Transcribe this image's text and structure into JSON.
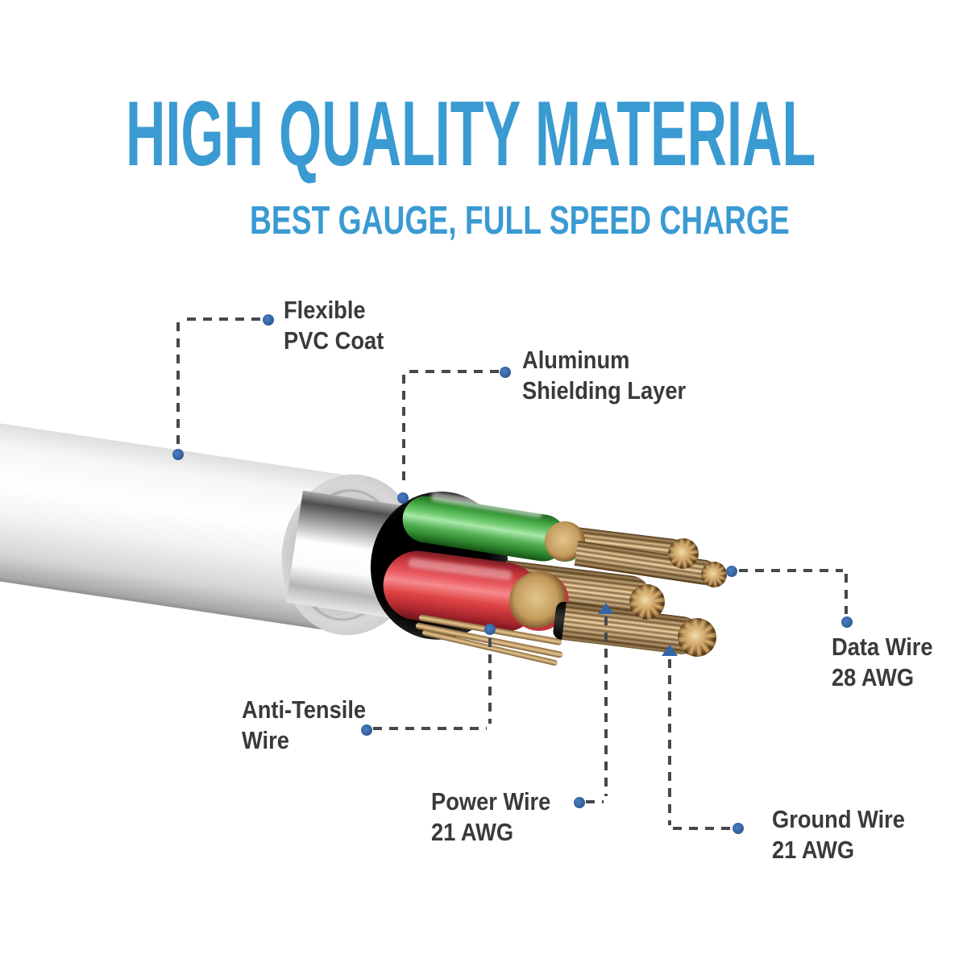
{
  "header": {
    "title": "HIGH QUALITY MATERIAL",
    "subtitle": "BEST GAUGE, FULL SPEED CHARGE"
  },
  "diagram": {
    "description": "Cutaway illustration of a charging cable showing internal layers and wires",
    "parts": [
      {
        "id": "flexible-pvc-coat",
        "lines": [
          "Flexible",
          "PVC Coat"
        ]
      },
      {
        "id": "aluminum-shielding-layer",
        "lines": [
          "Aluminum",
          "Shielding Layer"
        ]
      },
      {
        "id": "data-wire",
        "lines": [
          "Data Wire",
          "28 AWG"
        ]
      },
      {
        "id": "anti-tensile-wire",
        "lines": [
          "Anti-Tensile",
          "Wire"
        ]
      },
      {
        "id": "power-wire",
        "lines": [
          "Power Wire",
          "21 AWG"
        ]
      },
      {
        "id": "ground-wire",
        "lines": [
          "Ground Wire",
          "21 AWG"
        ]
      }
    ],
    "colors": {
      "title_blue": "#3a9ad2",
      "label_text": "#3a3a3a",
      "leader_line": "#45484e",
      "marker_blue": "#33619e",
      "pvc_white": "#f2f2f2",
      "shield_silver": "#d9d9d9",
      "jacket_black": "#161616",
      "data_wire_green": "#3fa33f",
      "power_wire_red": "#e04545",
      "copper": "#c59e64"
    }
  }
}
